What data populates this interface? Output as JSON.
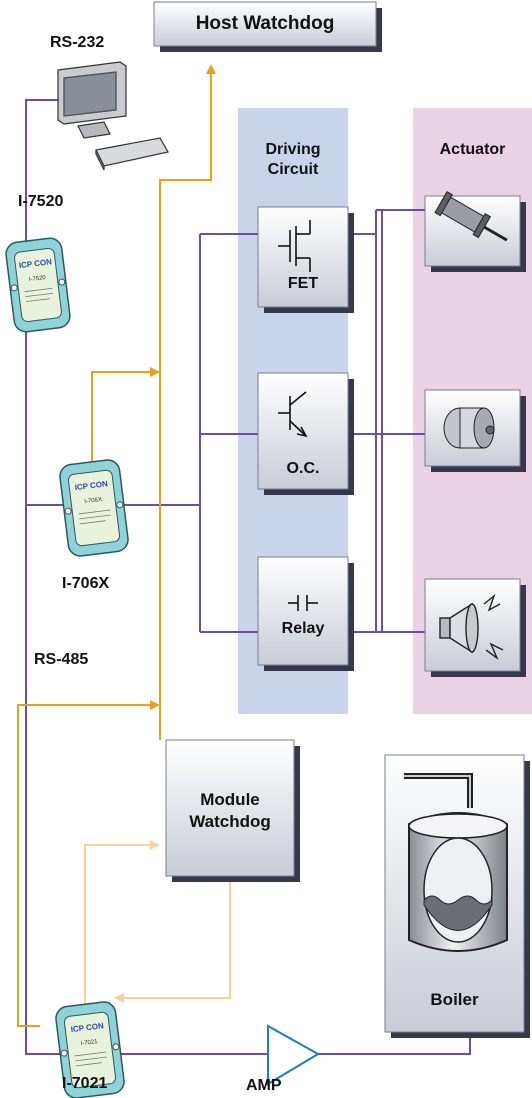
{
  "labels": {
    "host_watchdog": "Host Watchdog",
    "rs232": "RS-232",
    "i7520": "I-7520",
    "i706x": "I-706X",
    "rs485": "RS-485",
    "i7021": "I-7021",
    "amp": "AMP",
    "driving_circuit_line1": "Driving",
    "driving_circuit_line2": "Circuit",
    "actuator": "Actuator",
    "fet": "FET",
    "oc": "O.C.",
    "relay": "Relay",
    "module_watchdog_line1": "Module",
    "module_watchdog_line2": "Watchdog",
    "boiler": "Boiler",
    "module_logo": "ICP CON",
    "module_model_7520": "I-7520",
    "module_model_706x": "I-706X",
    "module_model_7021": "I-7021"
  },
  "colors": {
    "bus_line": "#6a4fa0",
    "watchdog_line": "#e8a21a",
    "module_watchdog_line": "#f7d39a",
    "driving_panel": "#c9d3ea",
    "actuator_panel": "#ead3e4",
    "module_body": "#8fd3d8"
  },
  "icons": [
    "computer-icon",
    "fet-symbol-icon",
    "transistor-symbol-icon",
    "relay-contact-icon",
    "cylinder-actuator-icon",
    "motor-icon",
    "speaker-icon",
    "boiler-tank-icon",
    "amplifier-icon"
  ]
}
